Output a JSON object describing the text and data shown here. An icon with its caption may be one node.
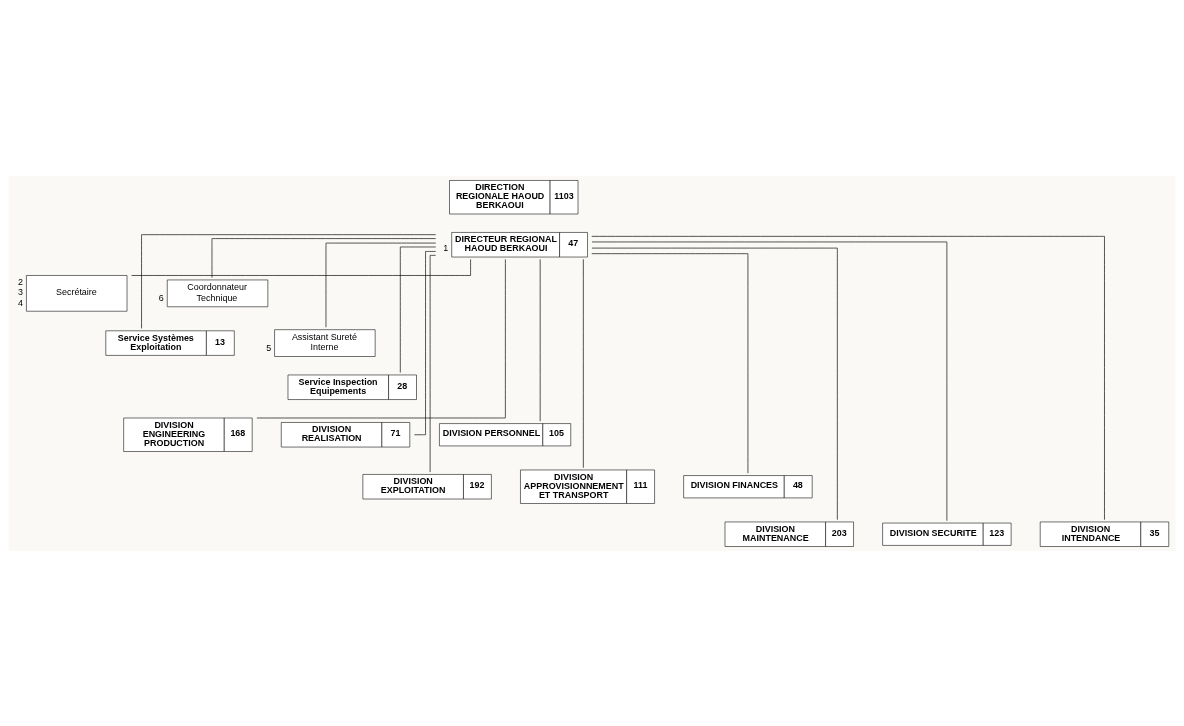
{
  "diagram": {
    "nodes": [
      {
        "text": [
          "DIRECTION REGIONALE HAOUD BERKAOUI",
          "1103"
        ]
      },
      {
        "text": [
          "DIRECTEUR REGIONAL HAOUD BERKAOUI",
          "47"
        ],
        "beside": [
          "1"
        ]
      },
      {
        "text": [
          "Secrétaire"
        ],
        "beside": [
          "2",
          "3",
          "4"
        ]
      },
      {
        "text": [
          "Coordonnateur Technique"
        ],
        "beside": [
          "6"
        ]
      },
      {
        "text": [
          "Service Systèmes Exploitation",
          "13"
        ]
      },
      {
        "text": [
          "Assistant Sureté Interne"
        ],
        "beside": [
          "5"
        ]
      },
      {
        "text": [
          "Service Inspection Equipements",
          "28"
        ]
      },
      {
        "text": [
          "DIVISION ENGINEERING PRODUCTION",
          "168"
        ]
      },
      {
        "text": [
          "DIVISION REALISATION",
          "71"
        ]
      },
      {
        "text": [
          "DIVISION PERSONNEL",
          "105"
        ]
      },
      {
        "text": [
          "DIVISION EXPLOITATION",
          "192"
        ]
      },
      {
        "text": [
          "DIVISION APPROVISIONNEMENT ET TRANSPORT",
          "111"
        ]
      },
      {
        "text": [
          "DIVISION FINANCES",
          "48"
        ]
      },
      {
        "text": [
          "DIVISION MAINTENANCE",
          "203"
        ]
      },
      {
        "text": [
          "DIVISION SECURITE",
          "123"
        ]
      },
      {
        "text": [
          "DIVISION INTENDANCE",
          "35"
        ]
      }
    ],
    "edges": [
      {
        "from": 1,
        "to": 2,
        "arrow": "none"
      },
      {
        "from": 1,
        "to": 3,
        "arrow": "none"
      },
      {
        "from": 1,
        "to": 4,
        "arrow": "none"
      },
      {
        "from": 1,
        "to": 5,
        "arrow": "none"
      },
      {
        "from": 1,
        "to": 6,
        "arrow": "none"
      },
      {
        "from": 1,
        "to": 7,
        "arrow": "none"
      },
      {
        "from": 1,
        "to": 8,
        "arrow": "none"
      },
      {
        "from": 1,
        "to": 9,
        "arrow": "none"
      },
      {
        "from": 1,
        "to": 10,
        "arrow": "none"
      },
      {
        "from": 1,
        "to": 11,
        "arrow": "none"
      },
      {
        "from": 1,
        "to": 12,
        "arrow": "none"
      },
      {
        "from": 1,
        "to": 13,
        "arrow": "none"
      },
      {
        "from": 1,
        "to": 14,
        "arrow": "none"
      },
      {
        "from": 1,
        "to": 15,
        "arrow": "none"
      }
    ]
  }
}
